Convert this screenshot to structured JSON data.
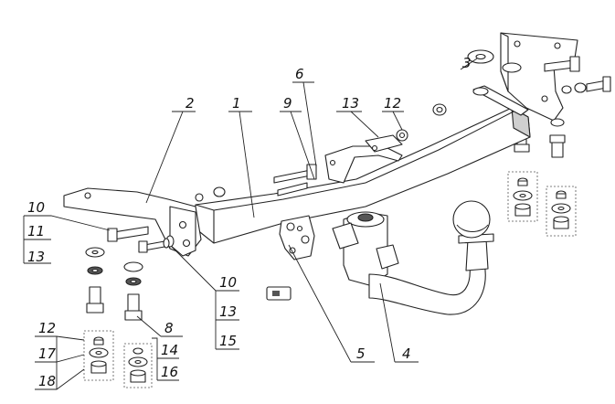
{
  "callouts": {
    "c1": "1",
    "c2": "2",
    "c3": "3",
    "c4": "4",
    "c5": "5",
    "c6": "6",
    "c8": "8",
    "c9": "9",
    "c10a": "10",
    "c10b": "10",
    "c11": "11",
    "c12a": "12",
    "c12b": "12",
    "c13a": "13",
    "c13b": "13",
    "c13c": "13",
    "c14": "14",
    "c15": "15",
    "c16": "16",
    "c17": "17",
    "c18": "18"
  }
}
